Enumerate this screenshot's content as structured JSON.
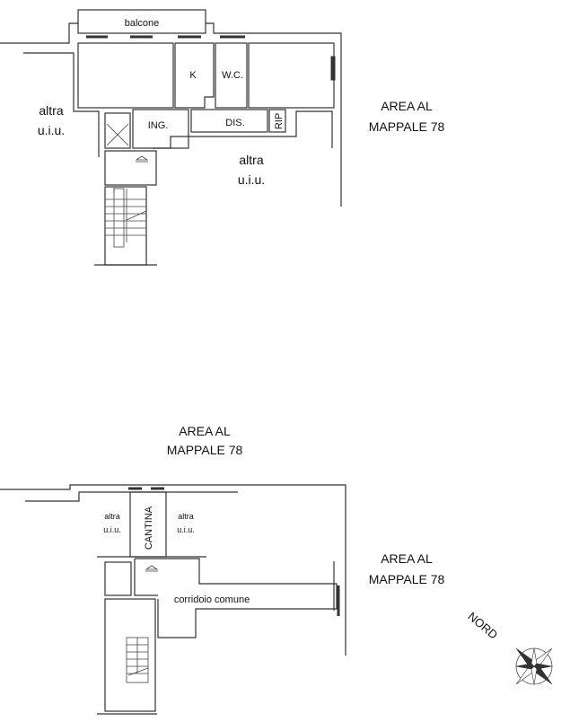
{
  "upper_floor": {
    "balcony": "balcone",
    "kitchen": "K",
    "bathroom": "W.C.",
    "entrance": "ING.",
    "hallway": "DIS.",
    "storage": "RIP",
    "other_unit_left": [
      "altra",
      "u.i.u."
    ],
    "other_unit_right": [
      "altra",
      "u.i.u."
    ],
    "area_right": [
      "AREA AL",
      "MAPPALE 78"
    ]
  },
  "lower_floor": {
    "area_top": [
      "AREA AL",
      "MAPPALE 78"
    ],
    "cellar": "CANTINA",
    "other_unit_left": [
      "altra",
      "u.i.u."
    ],
    "other_unit_right": [
      "altra",
      "u.i.u."
    ],
    "corridor": "corridoio comune",
    "area_right": [
      "AREA AL",
      "MAPPALE 78"
    ]
  },
  "compass": {
    "label": "NORD"
  }
}
